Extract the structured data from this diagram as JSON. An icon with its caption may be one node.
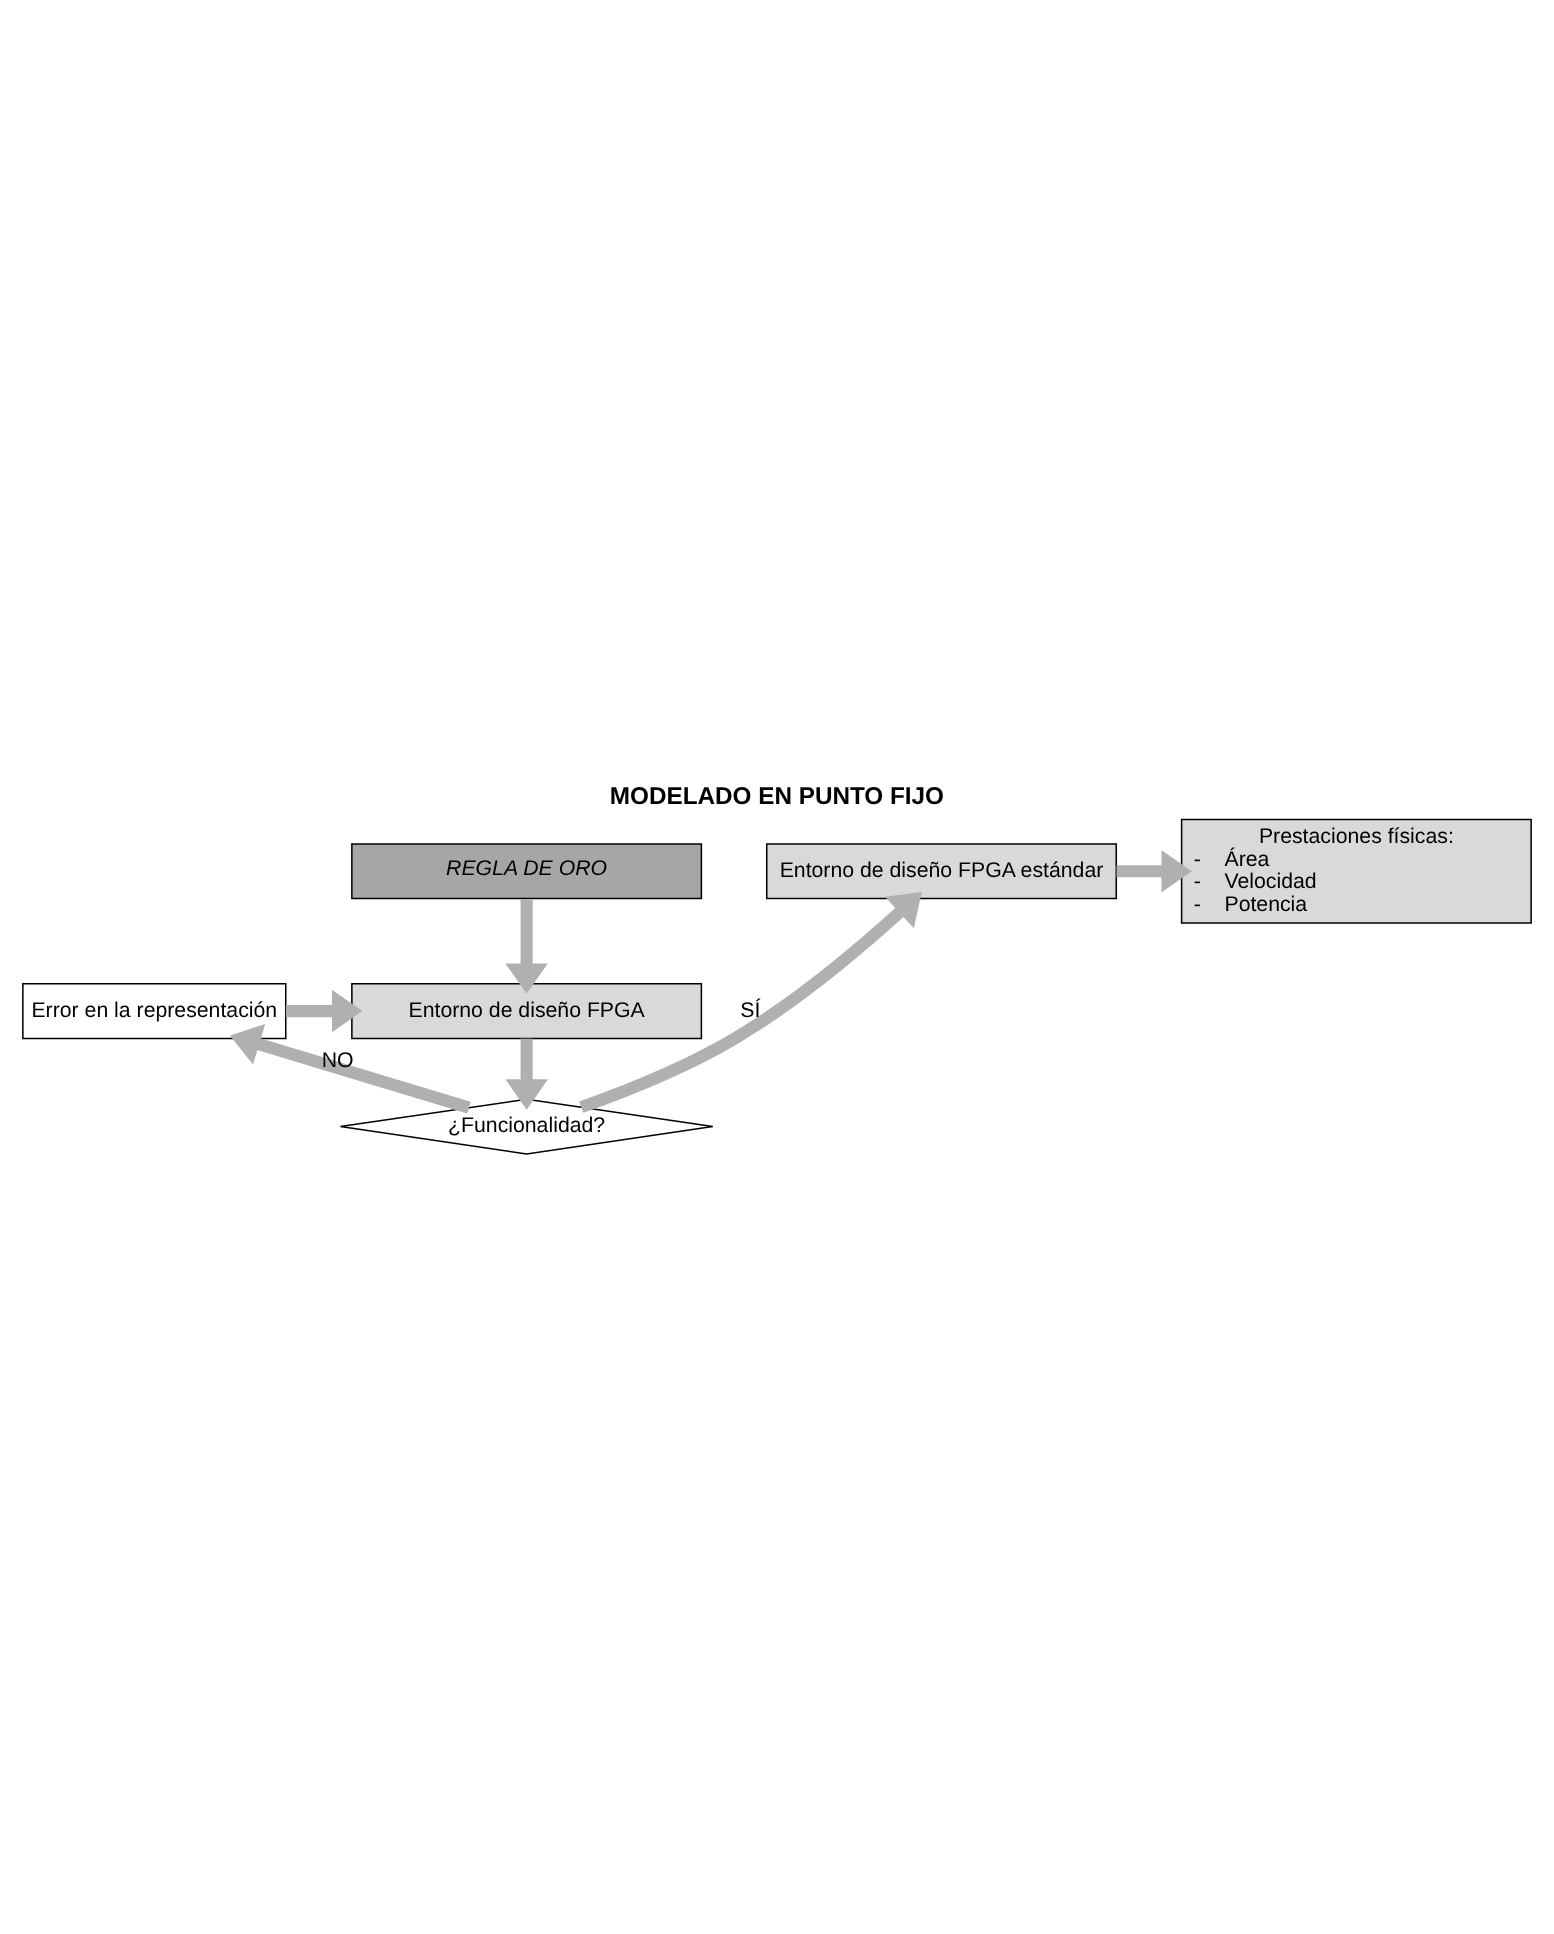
{
  "diagram": {
    "title": "MODELADO EN PUNTO FIJO",
    "nodes": [
      {
        "text": [
          "REGLA DE ORO"
        ]
      },
      {
        "text": [
          "Entorno de diseño FPGA"
        ]
      },
      {
        "text": [
          "Error en la representación"
        ]
      },
      {
        "text": [
          "¿Funcionalidad?"
        ]
      },
      {
        "text": [
          "Entorno de diseño FPGA estándar"
        ]
      },
      {
        "text": [
          "Prestaciones físicas:",
          "-    Área",
          "-    Velocidad",
          "-    Potencia"
        ]
      }
    ],
    "edges": [
      {
        "from": 0,
        "to": 1,
        "arrow": "to"
      },
      {
        "from": 2,
        "to": 1,
        "arrow": "to"
      },
      {
        "from": 1,
        "to": 3,
        "arrow": "to"
      },
      {
        "from": 3,
        "to": 2,
        "arrow": "to",
        "label": "NO"
      },
      {
        "from": 3,
        "to": 4,
        "arrow": "to",
        "label": "SÍ"
      },
      {
        "from": 4,
        "to": 5,
        "arrow": "to"
      }
    ]
  }
}
